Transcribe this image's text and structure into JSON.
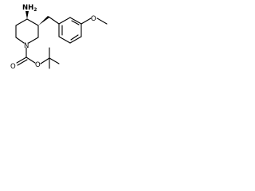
{
  "structure": {
    "atoms": {
      "amine": "NH",
      "amine_sub": "2",
      "ring_n": "N",
      "ester_o": "O",
      "carbonyl_o": "O",
      "methoxy_o": "O"
    },
    "stereo_bonds": [
      "wedge",
      "wedge"
    ],
    "line_color": "#000000",
    "background": "#ffffff"
  }
}
